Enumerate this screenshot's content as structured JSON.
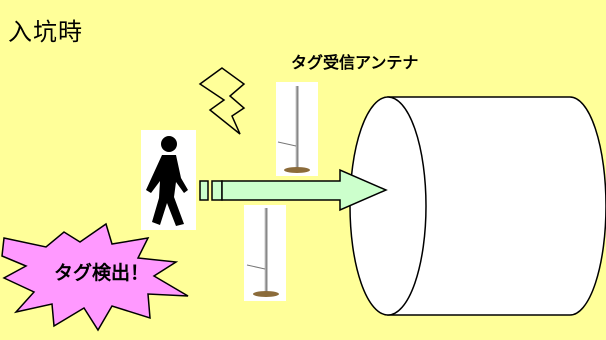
{
  "page": {
    "title": "入坑時",
    "antenna_label": "タグ受信アンテナ",
    "detect_label": "タグ検出！"
  },
  "colors": {
    "background": "#FFFF99",
    "arrow_fill": "#CCFFCC",
    "burst_fill": "#FF99FF",
    "tunnel_fill": "#FFFFFF",
    "stroke": "#000000"
  },
  "icons": [
    "lightning-bolt-icon",
    "walking-person-icon",
    "antenna-pole-icon",
    "tunnel-cylinder-icon",
    "starburst-icon",
    "arrow-right-icon"
  ]
}
